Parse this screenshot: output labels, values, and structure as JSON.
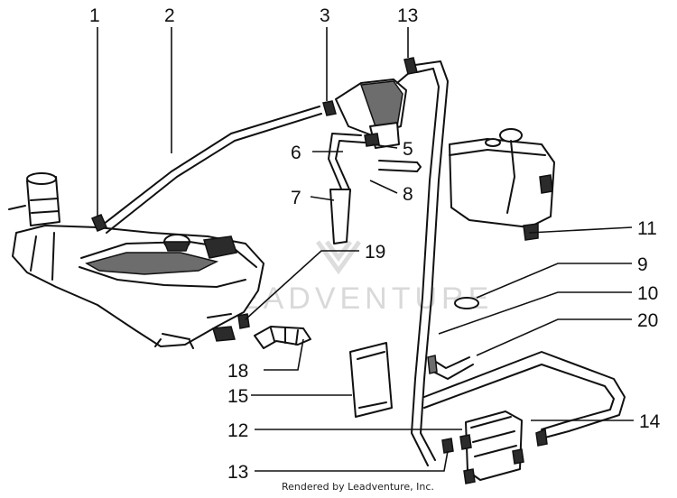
{
  "callouts": {
    "c1": "1",
    "c2": "2",
    "c3": "3",
    "c13_top": "13",
    "c6": "6",
    "c5": "5",
    "c7": "7",
    "c8": "8",
    "c11": "11",
    "c19": "19",
    "c9": "9",
    "c10": "10",
    "c20": "20",
    "c18": "18",
    "c15": "15",
    "c12": "12",
    "c14": "14",
    "c13_bottom": "13"
  },
  "watermark": "LEADVENTURE",
  "footer": "Rendered by Leadventure, Inc.",
  "colors": {
    "line": "#111111",
    "shade": "#6d6d6d",
    "watermark": "#d9d9d9"
  }
}
